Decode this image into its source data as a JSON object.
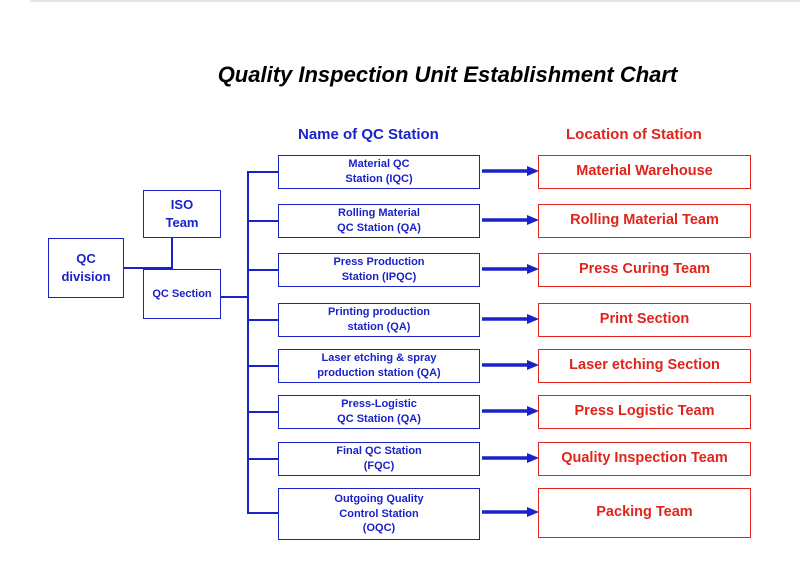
{
  "title": "Quality Inspection Unit Establishment Chart",
  "headers": {
    "station": "Name of QC Station",
    "location": "Location of Station"
  },
  "org": {
    "division": "QC\ndivision",
    "iso_team": "ISO\nTeam",
    "qc_section": "QC Section"
  },
  "rows": [
    {
      "station": "Material QC\nStation (IQC)",
      "location": "Material Warehouse"
    },
    {
      "station": "Rolling Material\nQC Station (QA)",
      "location": "Rolling Material Team"
    },
    {
      "station": "Press Production\nStation (IPQC)",
      "location": "Press Curing Team"
    },
    {
      "station": "Printing production\nstation (QA)",
      "location": "Print Section"
    },
    {
      "station": "Laser etching & spray\nproduction station (QA)",
      "location": "Laser etching  Section"
    },
    {
      "station": "Press-Logistic\nQC Station (QA)",
      "location": "Press Logistic Team"
    },
    {
      "station": "Final QC Station\n(FQC)",
      "location": "Quality Inspection Team"
    },
    {
      "station": "Outgoing Quality\nControl Station\n(OQC)",
      "location": "Packing Team"
    }
  ],
  "colors": {
    "station": "#1a22c9",
    "location": "#e0241b"
  }
}
